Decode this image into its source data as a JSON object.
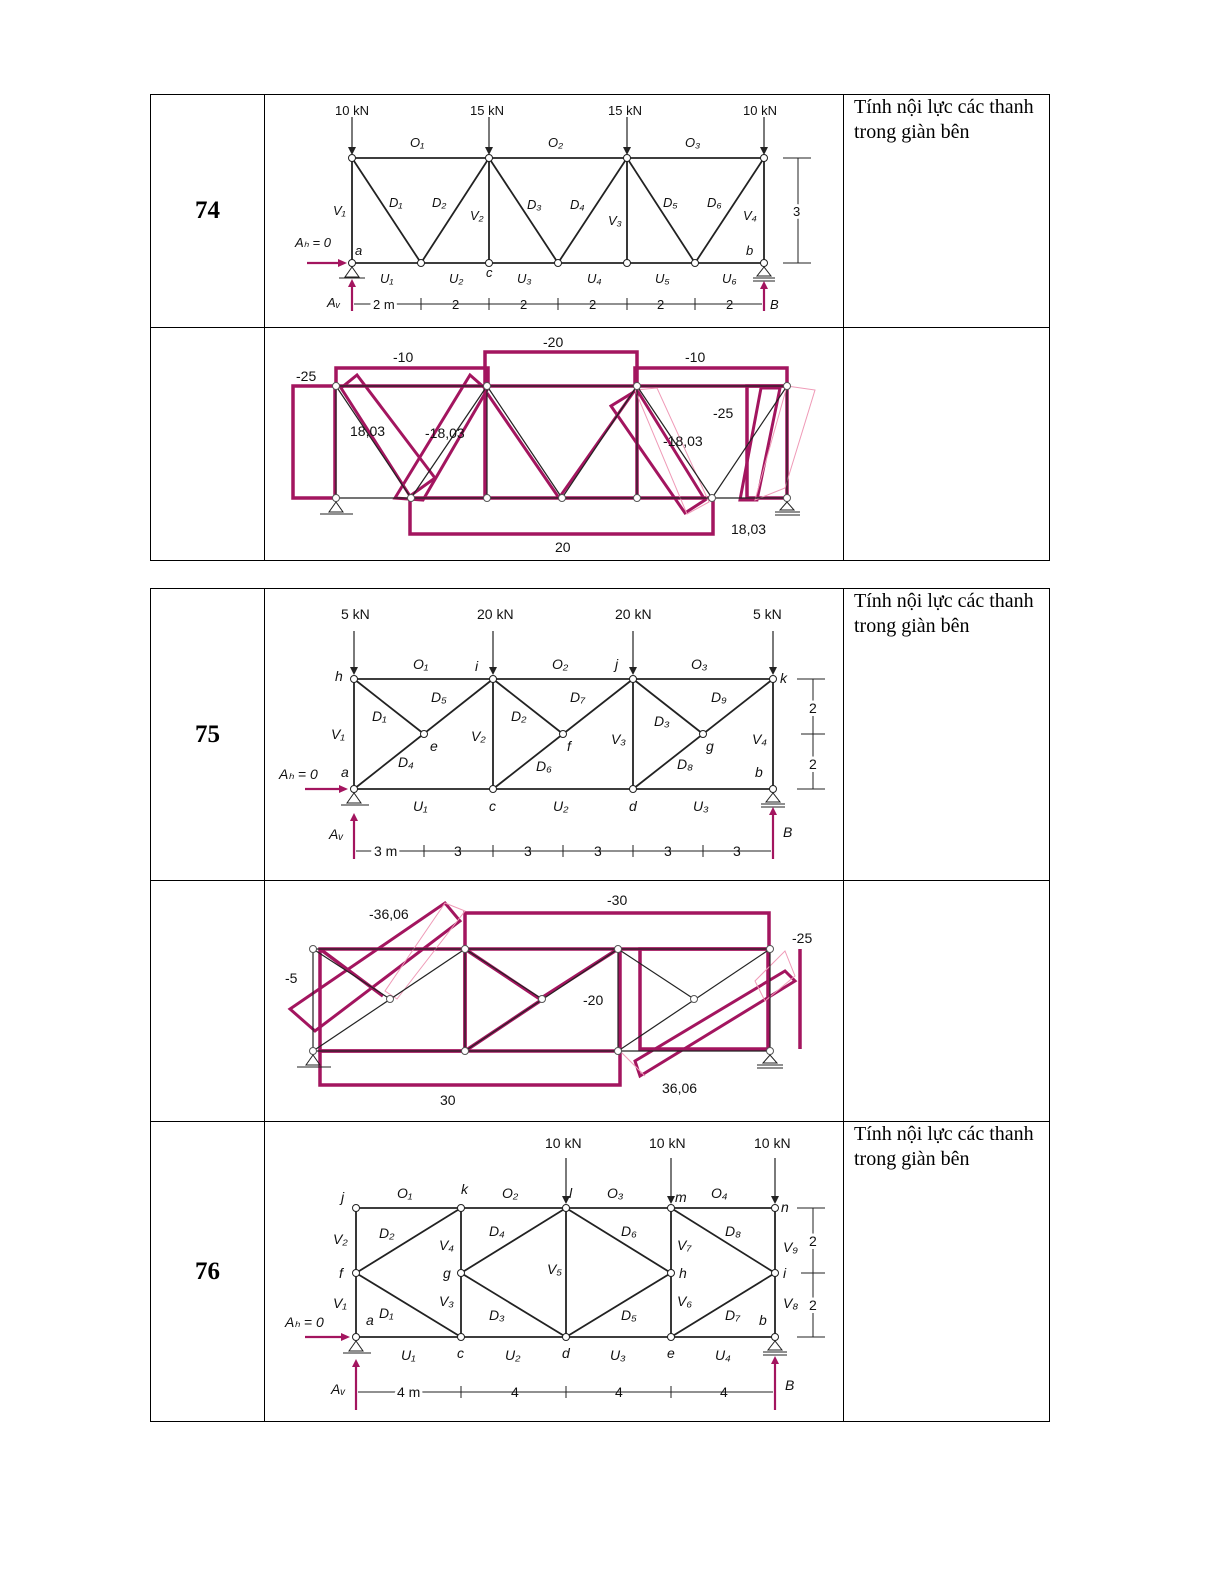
{
  "problems": [
    {
      "number": "74",
      "task": "Tính nội lực các thanh trong giàn bên",
      "loads": [
        "10 kN",
        "15 kN",
        "15 kN",
        "10 kN"
      ],
      "diagram_values": [
        "-10",
        "-20",
        "-10",
        "-25",
        "18,03",
        "-18,03",
        "-18,03",
        "-25",
        "18,03",
        "20"
      ]
    },
    {
      "number": "75",
      "task": "Tính nội lực các thanh trong giàn bên",
      "loads": [
        "5 kN",
        "20 kN",
        "20 kN",
        "5 kN"
      ],
      "diagram_values": [
        "-36,06",
        "-30",
        "-25",
        "-5",
        "-20",
        "30",
        "36,06"
      ]
    },
    {
      "number": "76",
      "task": "Tính nội lực các thanh trong giàn bên",
      "loads": [
        "10 kN",
        "10 kN",
        "10 kN"
      ]
    }
  ]
}
